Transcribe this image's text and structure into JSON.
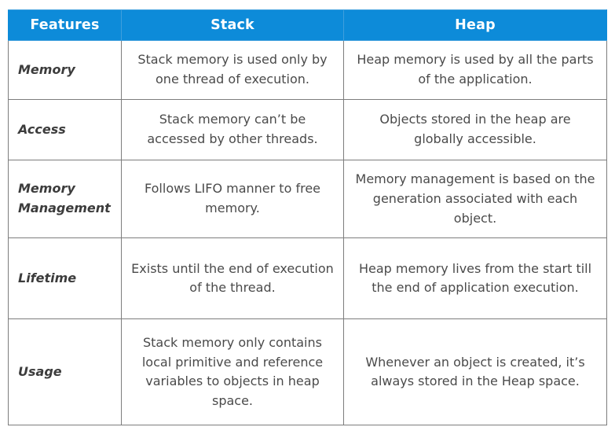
{
  "table": {
    "headers": [
      {
        "label": "Features",
        "name": "features"
      },
      {
        "label": "Stack",
        "name": "stack"
      },
      {
        "label": "Heap",
        "name": "heap"
      }
    ],
    "rows": [
      {
        "feature": "Memory",
        "stack": "Stack memory is used only by one thread of execution.",
        "heap": "Heap memory is used by all the parts of the application."
      },
      {
        "feature": "Access",
        "stack": "Stack memory can’t be accessed by other threads.",
        "heap": "Objects stored in the heap are globally accessible."
      },
      {
        "feature": "Memory Management",
        "stack": "Follows LIFO manner to free memory.",
        "heap": "Memory management is based on the generation associated with each object."
      },
      {
        "feature": "Lifetime",
        "stack": "Exists until the end of execution of the thread.",
        "heap": "Heap memory lives from the start till the end of application execution."
      },
      {
        "feature": "Usage",
        "stack": "Stack memory only contains local primitive and reference variables to objects in heap space.",
        "heap": "Whenever an object is created, it’s always stored in the Heap space."
      }
    ]
  },
  "colors": {
    "header_background": "#0d8bd9",
    "header_text": "#ffffff",
    "body_text": "#4a4a4a",
    "feature_text": "#3c3c3c",
    "border": "#7d7d7d",
    "page_background": "#ffffff"
  }
}
